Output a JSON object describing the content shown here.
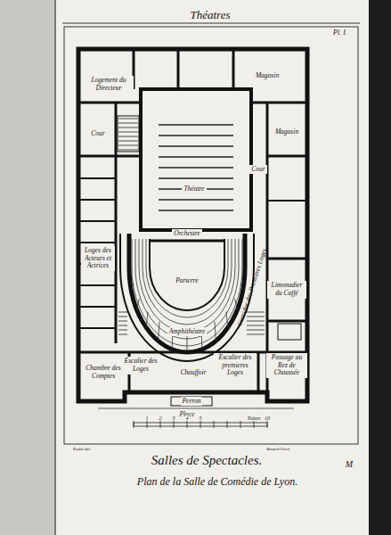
{
  "diagram": {
    "title": "Théatres",
    "caption": "Salles de Spectacles.",
    "nodes": [
      {
        "text": [
          "Logement du Directeur"
        ]
      },
      {
        "text": [
          "Magasin"
        ]
      },
      {
        "text": [
          "Cour"
        ]
      },
      {
        "text": [
          "Théatre"
        ]
      },
      {
        "text": [
          "Magasin"
        ]
      },
      {
        "text": [
          "Cour"
        ]
      },
      {
        "text": [
          "Loges des Acteurs et Actrices"
        ]
      },
      {
        "text": [
          "Orchestre"
        ]
      },
      {
        "text": [
          "Limonadier du Caffé"
        ]
      },
      {
        "text": [
          "Parterre"
        ]
      },
      {
        "text": [
          "Corridor des Premieres Loges"
        ]
      },
      {
        "text": [
          "Amphithéatre"
        ]
      },
      {
        "text": [
          "Passage au Rez de Chaussée"
        ]
      },
      {
        "text": [
          "Escalier des Loges"
        ]
      },
      {
        "text": [
          "Escalier des premieres Loges"
        ]
      },
      {
        "text": [
          "Chambre des Comptes"
        ]
      },
      {
        "text": [
          "Chauffoir"
        ]
      },
      {
        "text": [
          "Perron"
        ]
      },
      {
        "text": [
          "Place"
        ]
      }
    ],
    "labels": [
      "Pl. I.",
      "1",
      "2",
      "3",
      "4",
      "5",
      "10",
      "Toises",
      "Radel del.",
      "Benard Fecit",
      "Plan de la Salle de Comédie de Lyon.",
      "M"
    ]
  }
}
